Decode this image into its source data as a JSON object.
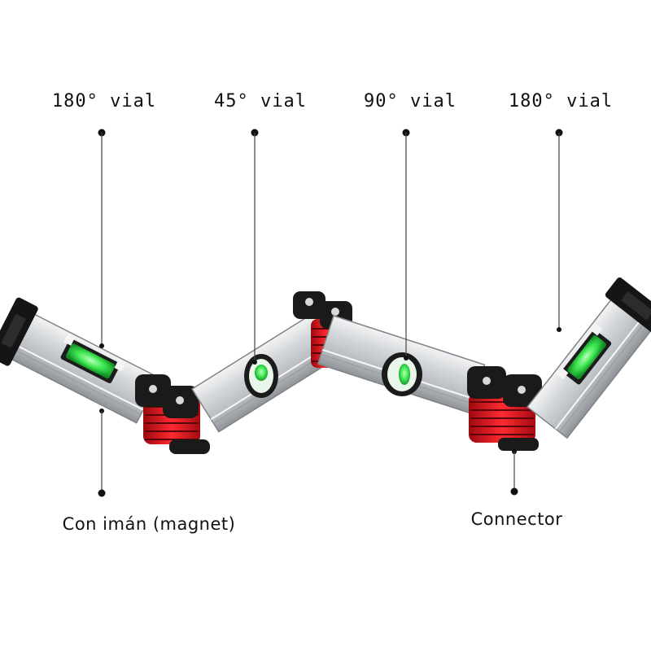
{
  "labels": {
    "vial_1": "180° vial",
    "vial_2": "45° vial",
    "vial_3": "90° vial",
    "vial_4": "180° vial",
    "magnet": "Con imán (magnet)",
    "connector": "Connector"
  },
  "colors": {
    "aluminum": "#c9ccd0",
    "aluminum_light": "#eceef0",
    "aluminum_dark": "#8d9196",
    "end_cap": "#151515",
    "hinge_red": "#e0161f",
    "hinge_dark": "#1c1c1c",
    "bubble_green": "#49f05b",
    "leader_line": "#444444"
  }
}
